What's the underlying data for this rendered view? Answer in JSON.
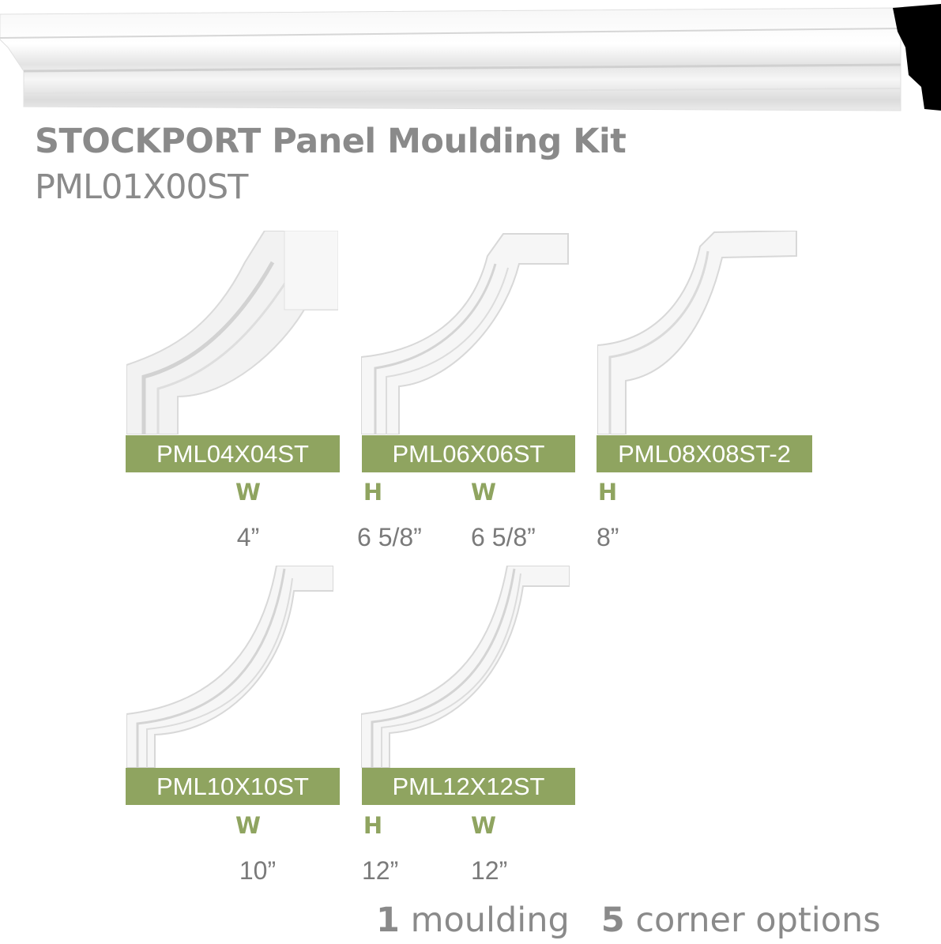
{
  "title": "STOCKPORT Panel Moulding Kit",
  "subtitle": "PML01X00ST",
  "corners": [
    {
      "code": "PML04X04ST",
      "dims": [
        {
          "letter": "W",
          "value": "4”"
        }
      ]
    },
    {
      "code": "PML06X06ST",
      "dims": [
        {
          "letter": "H",
          "value": "6 5/8”"
        },
        {
          "letter": "W",
          "value": "6 5/8”"
        }
      ]
    },
    {
      "code": "PML08X08ST-2",
      "dims": [
        {
          "letter": "H",
          "value": "8”"
        }
      ]
    },
    {
      "code": "PML10X10ST",
      "dims": [
        {
          "letter": "W",
          "value": "10”"
        }
      ]
    },
    {
      "code": "PML12X12ST",
      "dims": [
        {
          "letter": "H",
          "value": "12”"
        },
        {
          "letter": "W",
          "value": "12”"
        }
      ]
    }
  ],
  "footer": {
    "moulding_count": "1",
    "moulding_label": "moulding",
    "corner_count": "5",
    "corner_label": "corner options"
  },
  "colors": {
    "label_bg": "#8fa460",
    "text_gray": "#8a8a8a",
    "profile_black": "#000000"
  }
}
